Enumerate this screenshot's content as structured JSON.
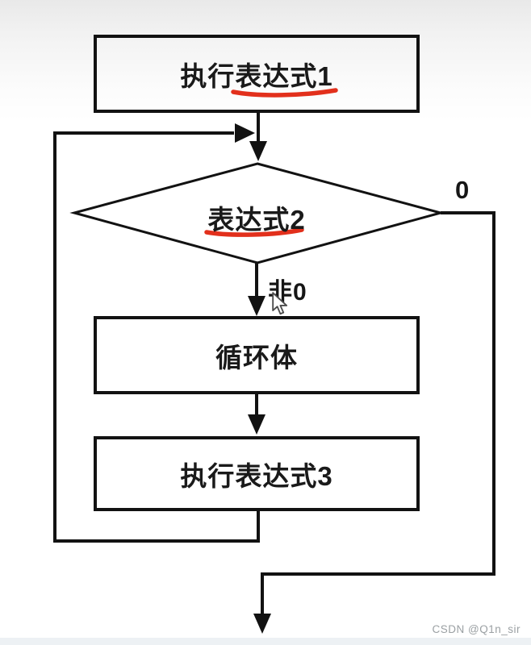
{
  "diagram": {
    "type": "flowchart",
    "nodes": [
      {
        "id": "init",
        "shape": "process",
        "label": "执行表达式1"
      },
      {
        "id": "condition",
        "shape": "decision",
        "label": "表达式2"
      },
      {
        "id": "body",
        "shape": "process",
        "label": "循环体"
      },
      {
        "id": "update",
        "shape": "process",
        "label": "执行表达式3"
      }
    ],
    "edges": [
      {
        "from": "init",
        "to": "condition",
        "label": ""
      },
      {
        "from": "condition",
        "to": "body",
        "label": "非0"
      },
      {
        "from": "body",
        "to": "update",
        "label": ""
      },
      {
        "from": "update",
        "to": "condition",
        "label": ""
      },
      {
        "from": "condition",
        "to": "exit",
        "label": "0"
      }
    ],
    "edge_labels": {
      "true_branch": "非0",
      "false_branch": "0"
    }
  },
  "watermark": {
    "text": "CSDN @Q1n_sir"
  },
  "colors": {
    "line": "#121212",
    "underline_red": "#e2301c",
    "watermark_gray": "#9ba0a3",
    "background_top": "#e9e9e9",
    "background": "#ffffff"
  }
}
